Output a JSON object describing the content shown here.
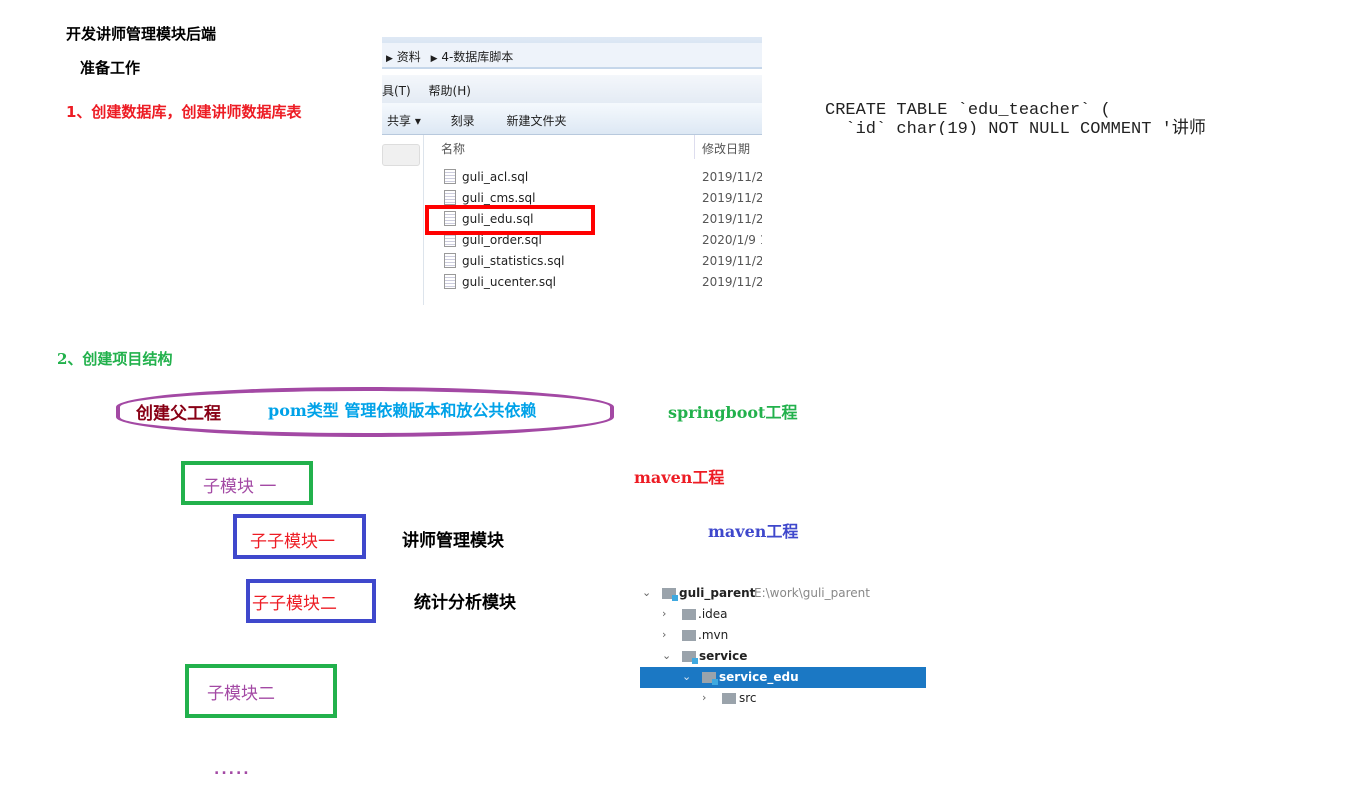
{
  "heading": "开发讲师管理模块后端",
  "prep": "准备工作",
  "step1": "1、创建数据库，创建讲师数据库表",
  "explorer": {
    "breadcrumb": [
      "资料",
      "4-数据库脚本"
    ],
    "menu": [
      "具(T)",
      "帮助(H)"
    ],
    "toolbar": [
      "共享 ▾",
      "刻录",
      "新建文件夹"
    ],
    "columns": [
      "名称",
      "修改日期"
    ],
    "files": [
      {
        "name": "guli_acl.sql",
        "date": "2019/11/2"
      },
      {
        "name": "guli_cms.sql",
        "date": "2019/11/2"
      },
      {
        "name": "guli_edu.sql",
        "date": "2019/11/2",
        "highlighted": true
      },
      {
        "name": "guli_order.sql",
        "date": "2020/1/9 1"
      },
      {
        "name": "guli_statistics.sql",
        "date": "2019/11/2"
      },
      {
        "name": "guli_ucenter.sql",
        "date": "2019/11/2"
      }
    ]
  },
  "sql": {
    "line1": "CREATE TABLE `edu_teacher` (",
    "line2": "  `id` char(19) NOT NULL COMMENT '讲师"
  },
  "step2": "2、创建项目结构",
  "parent": {
    "label": "创建父工程",
    "desc": "pom类型 管理依赖版本和放公共依赖",
    "note": "springboot工程"
  },
  "sub1": {
    "label": "子模块 一",
    "note": "maven工程"
  },
  "subsub1": {
    "label": "子子模块一",
    "desc": "讲师管理模块",
    "note": "maven工程"
  },
  "subsub2": {
    "label": "子子模块二",
    "desc": "统计分析模块"
  },
  "sub2": {
    "label": "子模块二"
  },
  "ellipsis": ".....",
  "tree": {
    "root": {
      "name": "guli_parent",
      "path": "E:\\work\\guli_parent"
    },
    "items": [
      ".idea",
      ".mvn",
      "service",
      "service_edu",
      "src"
    ]
  },
  "colors": {
    "green": "#22b14c",
    "blue": "#3f48cc",
    "purple": "#a349a4",
    "red": "#ed1c24",
    "cyan": "#00a2e8",
    "darkred": "#880015",
    "selected": "#1b78c4"
  }
}
